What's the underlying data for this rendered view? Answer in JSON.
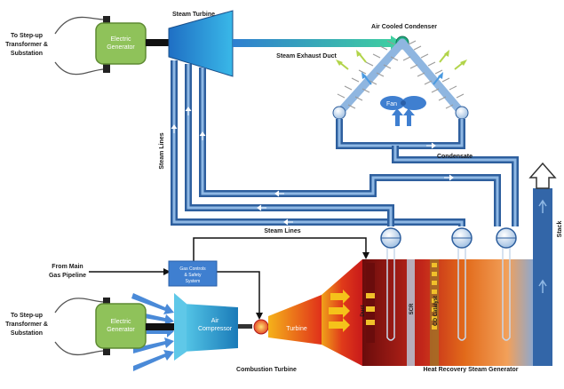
{
  "labels": {
    "transformer_top": [
      "To Step-up",
      "Transformer &",
      "Substation"
    ],
    "transformer_bottom": [
      "To Step-up",
      "Transformer &",
      "Substation"
    ],
    "generator_top": [
      "Electric",
      "Generator"
    ],
    "generator_bottom": [
      "Electric",
      "Generator"
    ],
    "steam_turbine": "Steam Turbine",
    "air_cooled_condenser": "Air Cooled Condenser",
    "steam_exhaust_duct": "Steam Exhaust Duct",
    "fan": "Fan",
    "steam_lines_vertical": "Steam Lines",
    "steam_lines_horizontal": "Steam Lines",
    "condensate": "Condensate",
    "stack": "Stack",
    "gas_pipeline": [
      "From Main",
      "Gas Pipeline"
    ],
    "gas_controls": [
      "Gas Controls",
      "& Safety",
      "System"
    ],
    "air_compressor": [
      "Air",
      "Compressor"
    ],
    "turbine": "Turbine",
    "duct": "Duct",
    "scr": "SCR",
    "co_catalyst": "CO Catalyst",
    "combustion_turbine": "Combustion Turbine",
    "hrsg": "Heat Recovery Steam Generator"
  },
  "colors": {
    "generator": "#8fc25a",
    "pipe": "#2e5f9e",
    "pipe_inner": "#7fa8d8",
    "steam_turbine": "#2a7fd0",
    "condenser_pipe": "#8fb6e0",
    "fan": "#3f7fd0",
    "hot_red": "#e0221a",
    "hot_orange": "#f08a1a",
    "dark_red": "#8a1010",
    "stack": "#3366a8"
  }
}
